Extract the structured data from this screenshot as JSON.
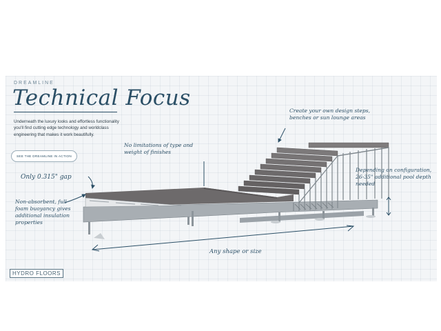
{
  "header": {
    "eyebrow": "DREAMLINE",
    "title": "Technical Focus"
  },
  "intro_text": "Underneath the luxury looks and effortless functionality you'll find cutting edge technology and worldclass engineering that makes it work beautifully.",
  "cta_label": "SEE THE DREAMLINE IN ACTION",
  "annotations": {
    "gap": "Only 0.315\" gap",
    "finishes": "No limitations of type and weight of finishes",
    "steps": "Create your own design steps, benches or sun lounge areas",
    "depth": "Depending on configuration, 26-35\" additional pool depth needed",
    "foam": "Non-absorbent, full foam buoyancy gives additional insulation properties",
    "shape": "Any shape or size"
  },
  "brand_logo": "HYDRO FLOORS",
  "colors": {
    "accent": "#2b4f66",
    "deck": "#6d6a6b",
    "frame": "#a8aeb3",
    "grid_bg": "#f3f5f7"
  }
}
